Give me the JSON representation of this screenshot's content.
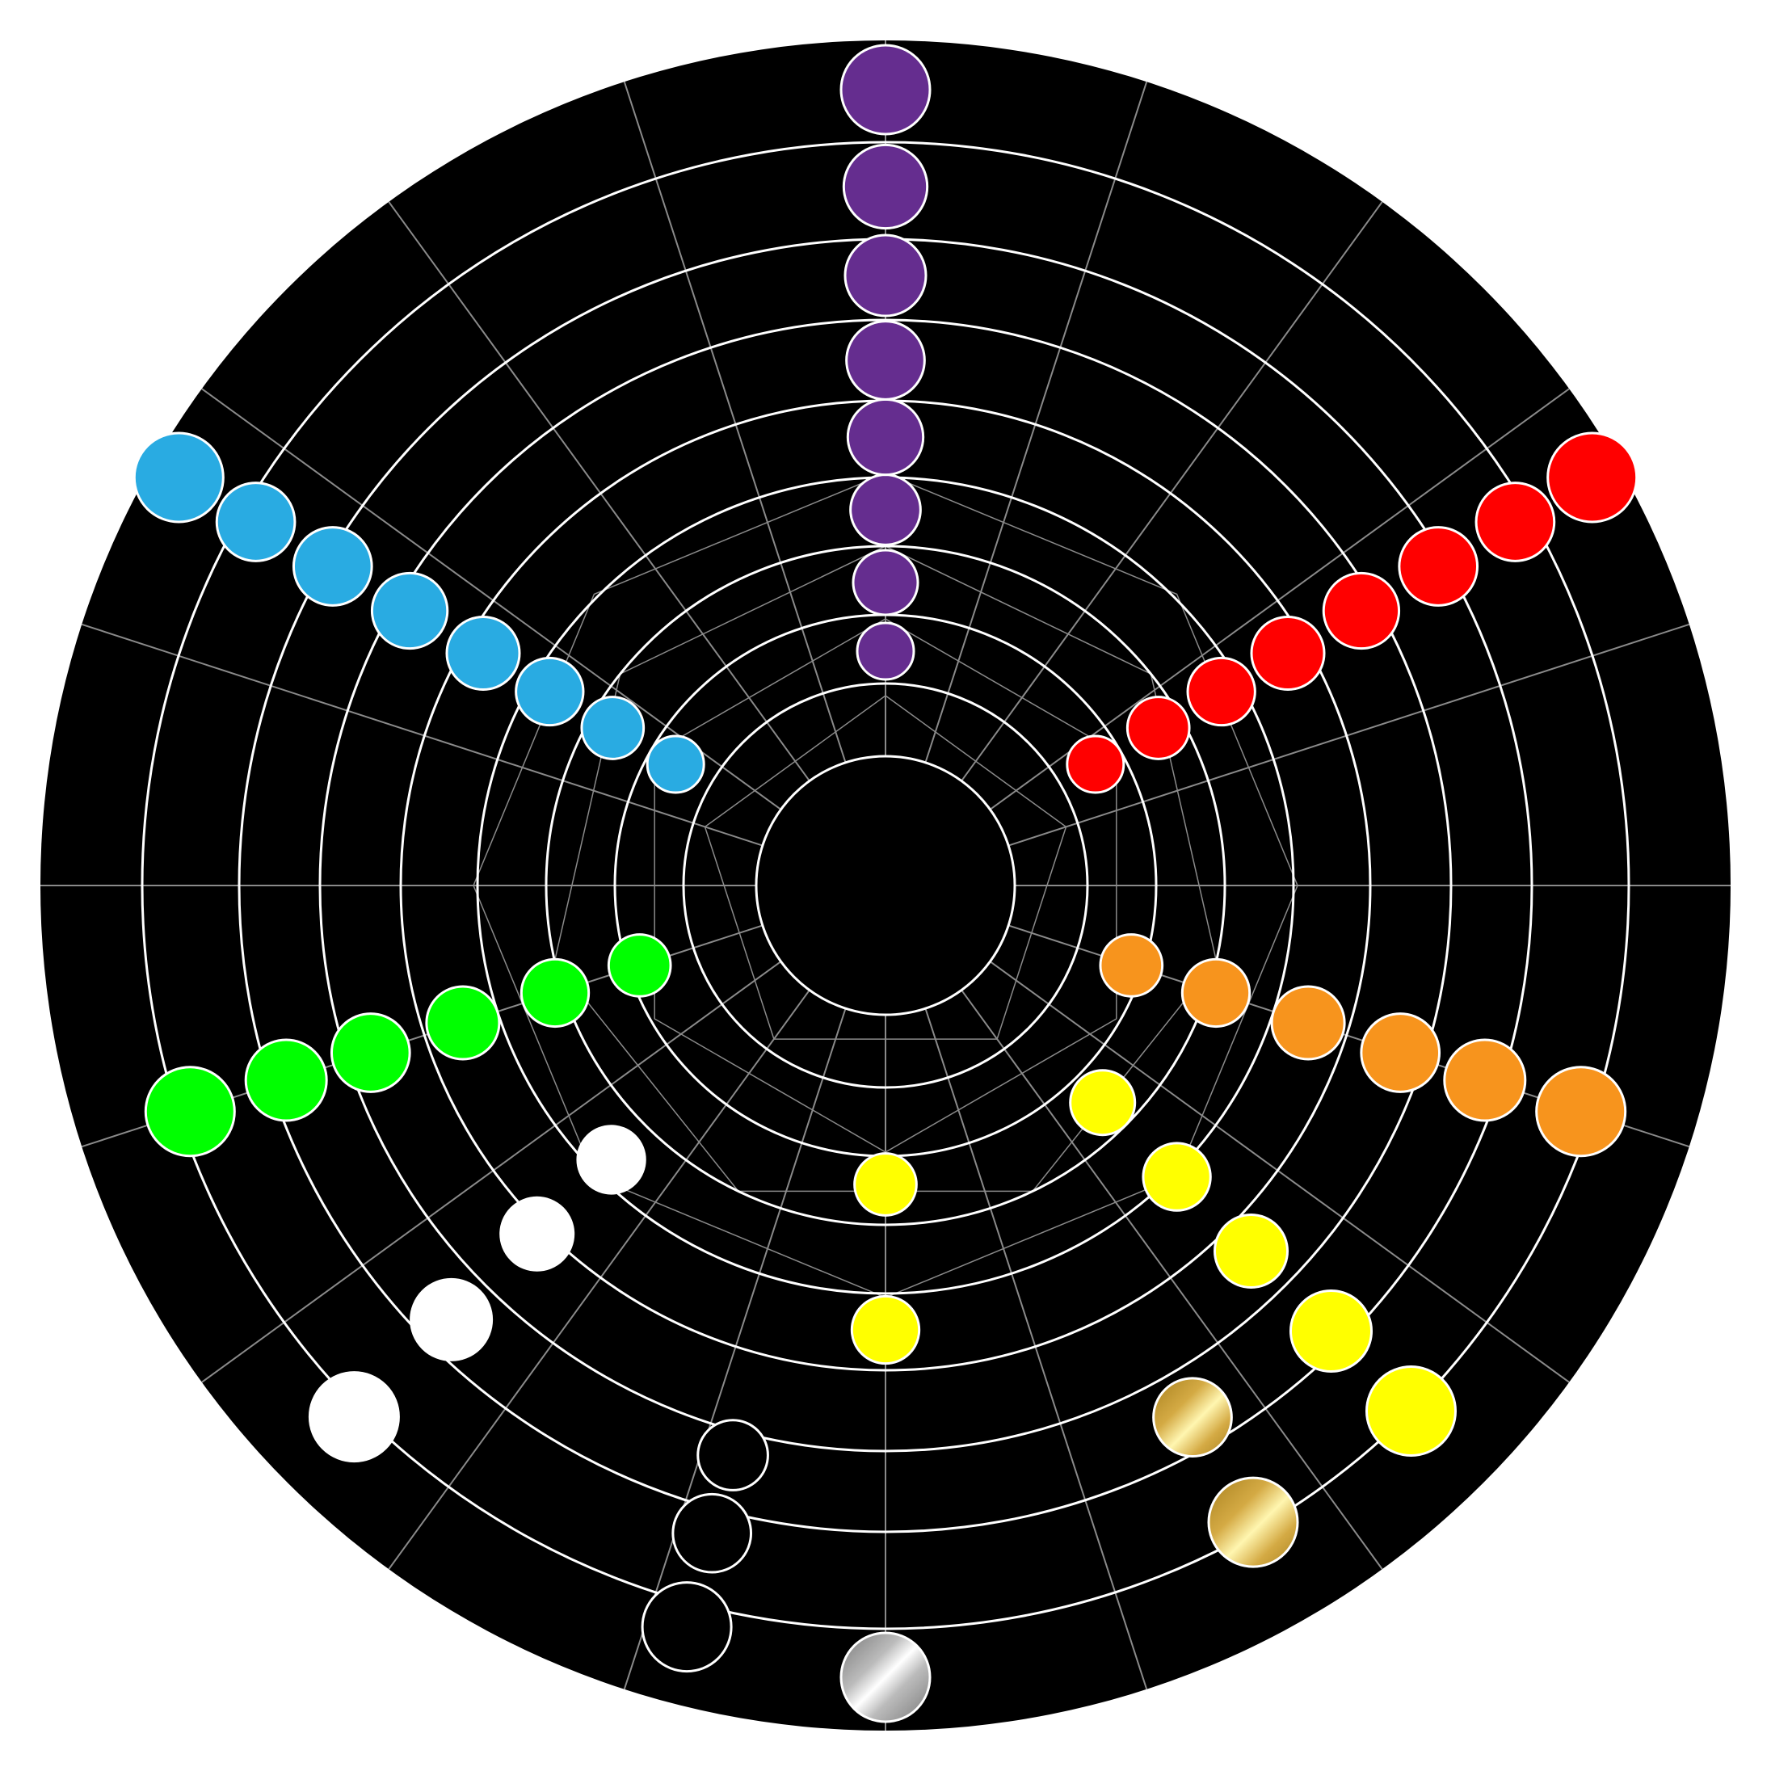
{
  "diagram": {
    "background_color": "#000000",
    "ring_color": "#ffffff",
    "spoke_color": "#8a8a8a",
    "ring_count": 10,
    "spoke_count": 20,
    "arms": [
      {
        "name": "violet",
        "angle_deg": 0,
        "color": "#652d8f",
        "count": 8,
        "fill": "solid"
      },
      {
        "name": "red",
        "angle_deg": 60,
        "color": "#ff0000",
        "count": 8,
        "fill": "solid"
      },
      {
        "name": "orange",
        "angle_deg": 108,
        "color": "#f7941d",
        "count": 6,
        "fill": "solid"
      },
      {
        "name": "yellow",
        "angle_deg": 135,
        "color": "#ffff00",
        "count": 5,
        "fill": "solid"
      },
      {
        "name": "yellow-center",
        "angle_deg": 180,
        "color": "#ffff00",
        "count": 2,
        "fill": "solid"
      },
      {
        "name": "gold",
        "angle_deg": 150,
        "color": "#c8a032",
        "count": 2,
        "fill": "gold"
      },
      {
        "name": "silver",
        "angle_deg": 180,
        "color": "#9a9a9a",
        "count": 1,
        "fill": "silver"
      },
      {
        "name": "black",
        "angle_deg": 195,
        "color": "#000000",
        "count": 3,
        "fill": "solid"
      },
      {
        "name": "white",
        "angle_deg": 225,
        "color": "#ffffff",
        "count": 4,
        "fill": "solid"
      },
      {
        "name": "green",
        "angle_deg": 252,
        "color": "#00ff00",
        "count": 6,
        "fill": "solid"
      },
      {
        "name": "blue",
        "angle_deg": 300,
        "color": "#29abe2",
        "count": 8,
        "fill": "solid"
      }
    ]
  }
}
